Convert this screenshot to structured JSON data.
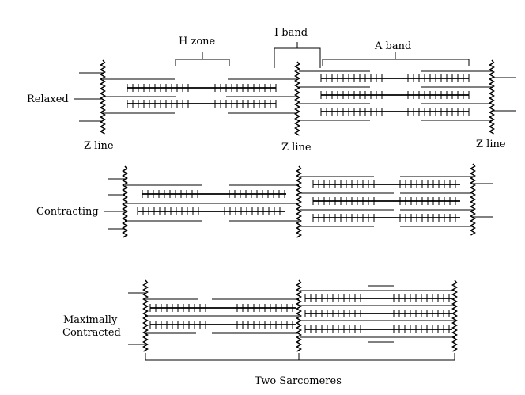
{
  "labels": {
    "h_zone": "H zone",
    "i_band": "I band",
    "a_band": "A band",
    "z_line_left": "Z line",
    "z_line_mid": "Z line",
    "z_line_right": "Z line",
    "relaxed": "Relaxed",
    "contracting": "Contracting",
    "max_line1": "Maximally",
    "max_line2": "Contracted",
    "caption": "Two Sarcomeres"
  }
}
